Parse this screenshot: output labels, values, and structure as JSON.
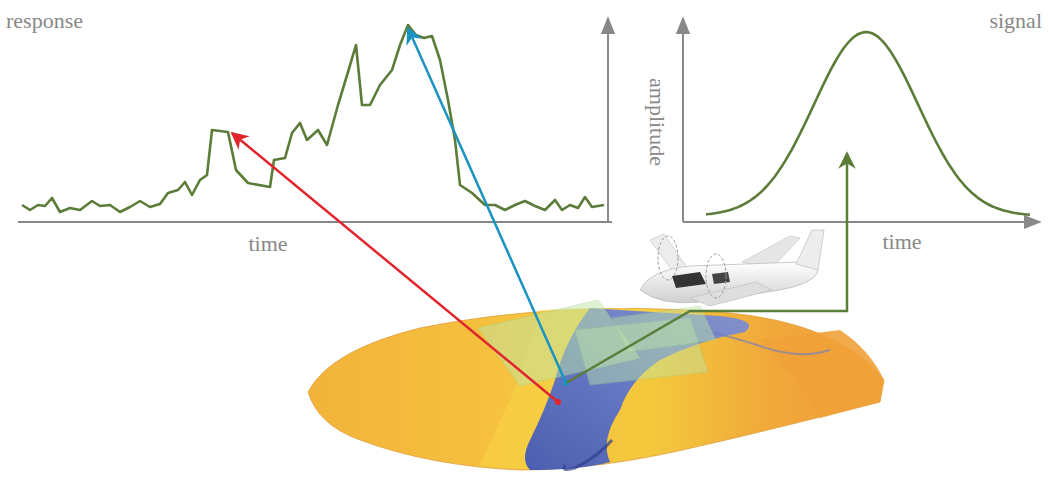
{
  "diagram": {
    "labels": [
      "response",
      "time",
      "amplitude",
      "signal",
      "time"
    ]
  }
}
